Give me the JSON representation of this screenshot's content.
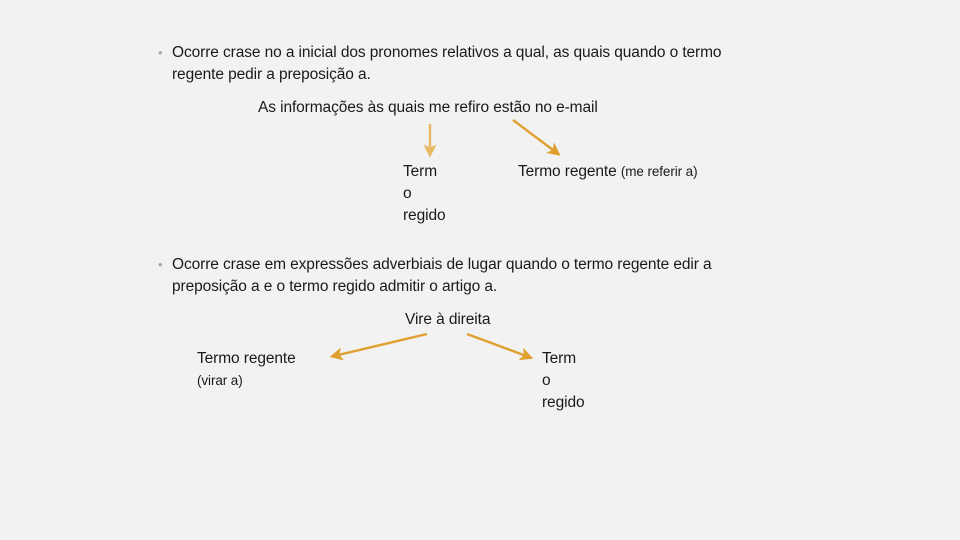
{
  "slide": {
    "background_color": "#f2f2f2",
    "text_color": "#1a1a1a",
    "bullet_marker": "•",
    "bullet_color": "#a6a6a6",
    "arrow_color_light": "#e8b864",
    "arrow_color_dark": "#e0a030"
  },
  "bullets": [
    {
      "marker": "•",
      "text": "Ocorre crase no a inicial dos pronomes relativos a qual, as quais quando o termo regente pedir a preposição a."
    },
    {
      "marker": "•",
      "text": "Ocorre crase em expressões adverbiais de lugar quando o termo regente edir a preposição a e o termo regido admitir o artigo a."
    }
  ],
  "group_one": {
    "example_sentence": "As informações às quais me refiro estão no e-mail",
    "label_regido": "Term\no\nregido",
    "label_regente_main": "Termo regente ",
    "label_regente_note": "(me referir a)"
  },
  "group_two": {
    "example_sentence": "Vire à direita",
    "label_regente_main": "Termo regente",
    "label_regente_note": "(virar a)",
    "label_regido": "Term\no\nregido"
  },
  "arrows": [
    {
      "name": "arrow-down-to-regido",
      "color": "#e8b864"
    },
    {
      "name": "arrow-diagonal-to-regente",
      "color": "#e0a030"
    },
    {
      "name": "arrow-down-left-to-regente",
      "color": "#e0a030"
    },
    {
      "name": "arrow-down-right-to-regido",
      "color": "#e0a030"
    }
  ]
}
